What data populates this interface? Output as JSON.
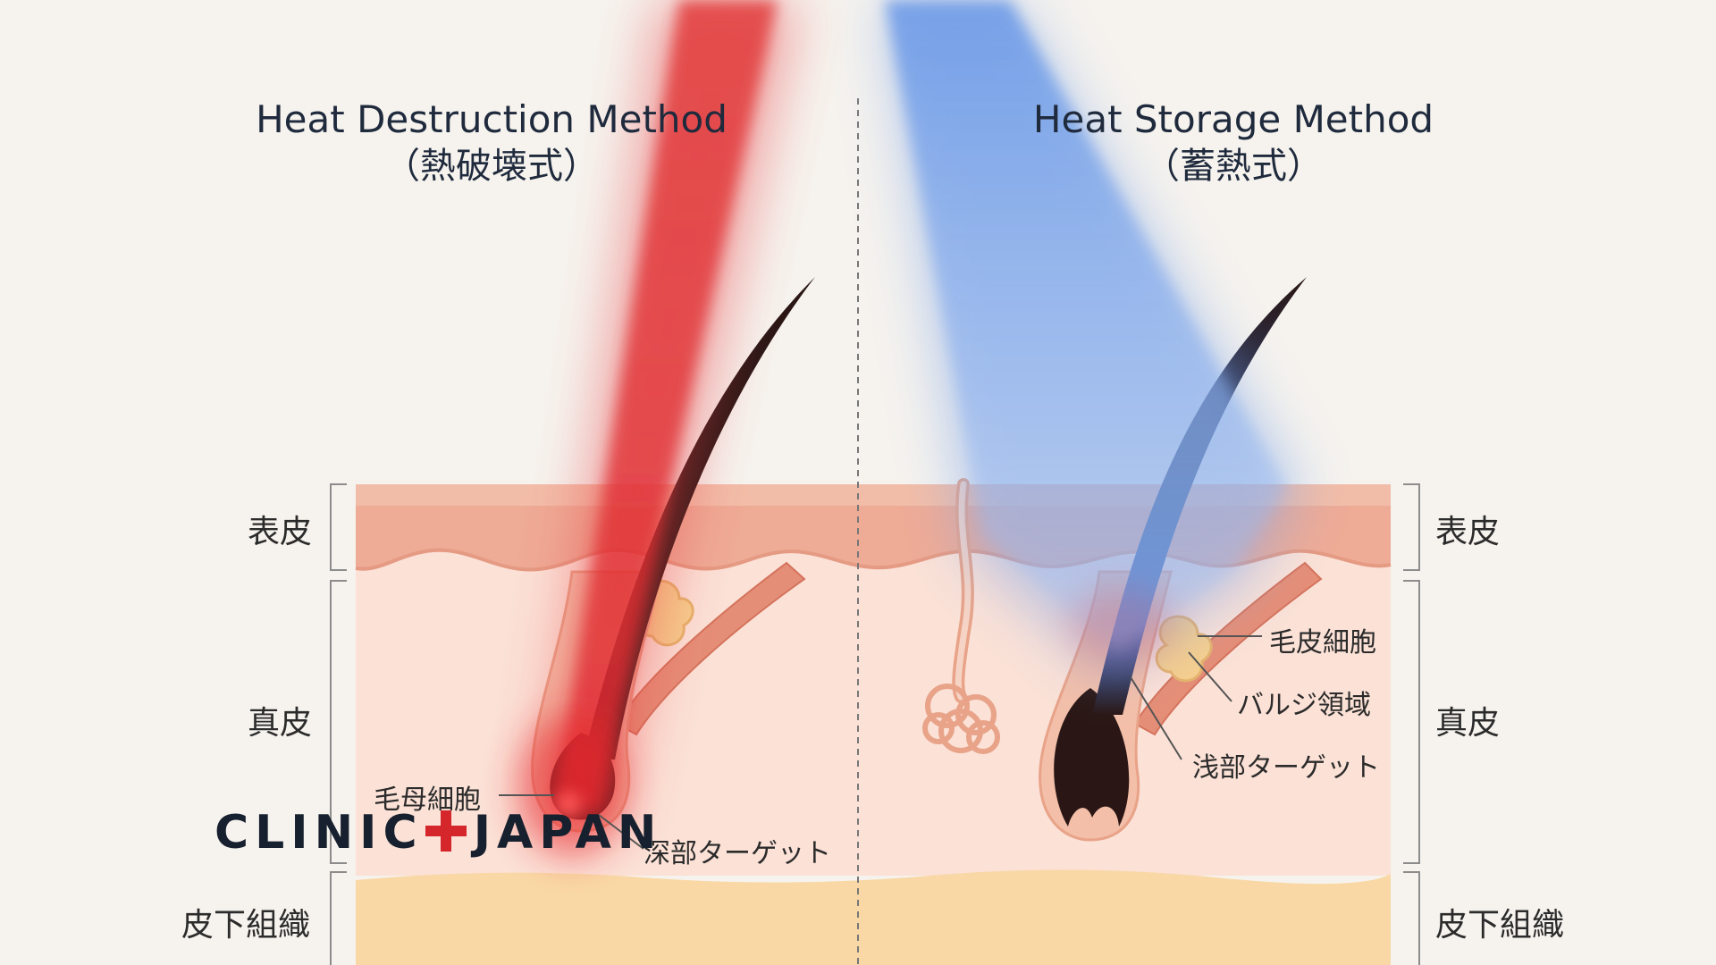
{
  "titles": {
    "left_en": "Heat Destruction Method",
    "left_jp": "（熱破壊式）",
    "right_en": "Heat Storage Method",
    "right_jp": "（蓄熱式）"
  },
  "layers": {
    "epidermis": "表皮",
    "dermis": "真皮",
    "subcutaneous": "皮下組織"
  },
  "annotations": {
    "left_papilla": "毛母細胞",
    "left_deep_target": "深部ターゲット",
    "right_hair_cells": "毛皮細胞",
    "right_bulge": "バルジ領域",
    "right_shallow_target": "浅部ターゲット"
  },
  "logo": {
    "left": "CLINIC",
    "right": "JAPAN"
  },
  "colors": {
    "background": "#f6f3ee",
    "red_beam": "#e23b3b",
    "blue_beam": "#6d9be8",
    "epidermis": "#eeab96",
    "dermis": "#fbe1d6",
    "subcutaneous": "#f9d8a6",
    "hair": "#2a1715",
    "logo_cross": "#d4262b"
  }
}
